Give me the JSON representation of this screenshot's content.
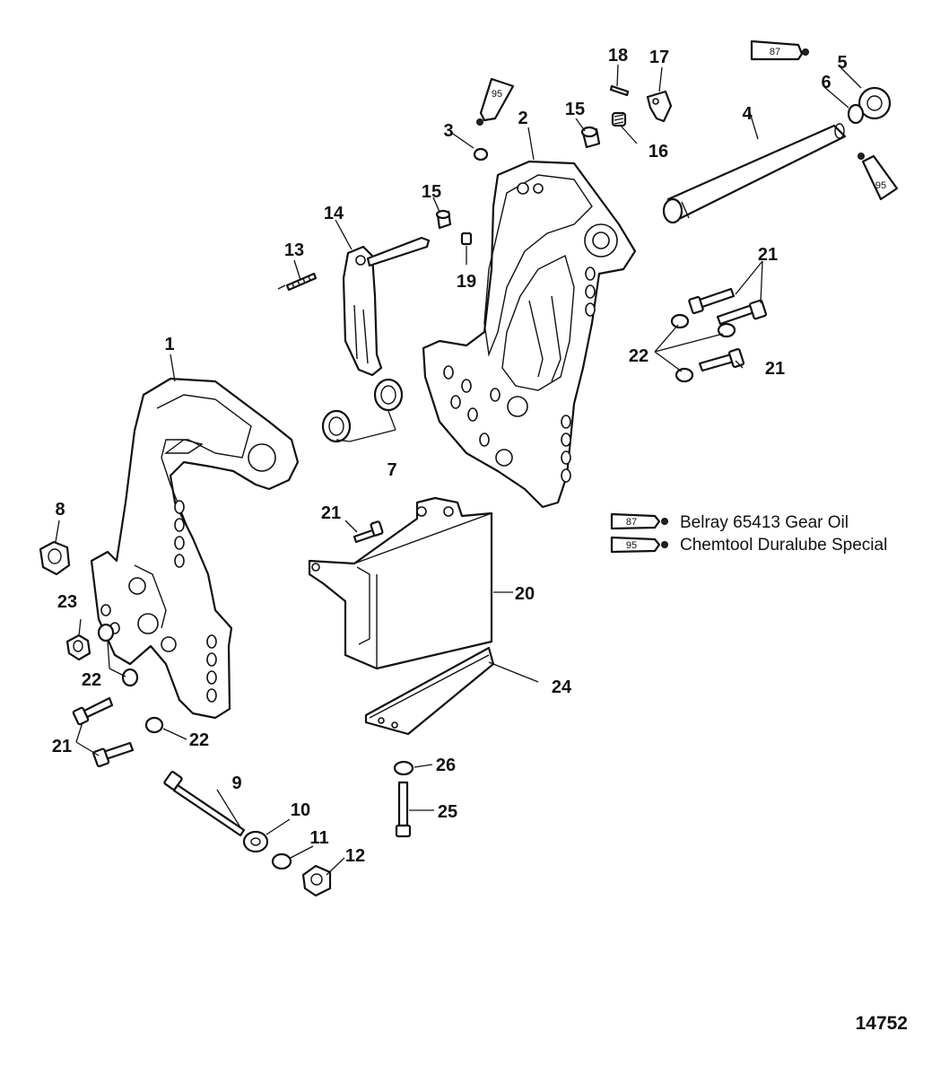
{
  "labels": {
    "l1": "1",
    "l2": "2",
    "l3": "3",
    "l4": "4",
    "l5": "5",
    "l6": "6",
    "l7": "7",
    "l8": "8",
    "l9": "9",
    "l10": "10",
    "l11": "11",
    "l12": "12",
    "l13": "13",
    "l14": "14",
    "l15a": "15",
    "l15b": "15",
    "l16": "16",
    "l17": "17",
    "l18": "18",
    "l19": "19",
    "l20": "20",
    "l21a": "21",
    "l21b": "21",
    "l21c": "21",
    "l21d": "21",
    "l22a": "22",
    "l22b": "22",
    "l22c": "22",
    "l23": "23",
    "l24": "24",
    "l25": "25",
    "l26": "26"
  },
  "tubes": {
    "t87_top": "87",
    "t95_top": "95",
    "t95_right": "95",
    "t87_legend": "87",
    "t95_legend": "95"
  },
  "legend": [
    {
      "code": "87",
      "text": "Belray 65413 Gear Oil"
    },
    {
      "code": "95",
      "text": "Chemtool Duralube Special"
    }
  ],
  "figure_id": "14752"
}
